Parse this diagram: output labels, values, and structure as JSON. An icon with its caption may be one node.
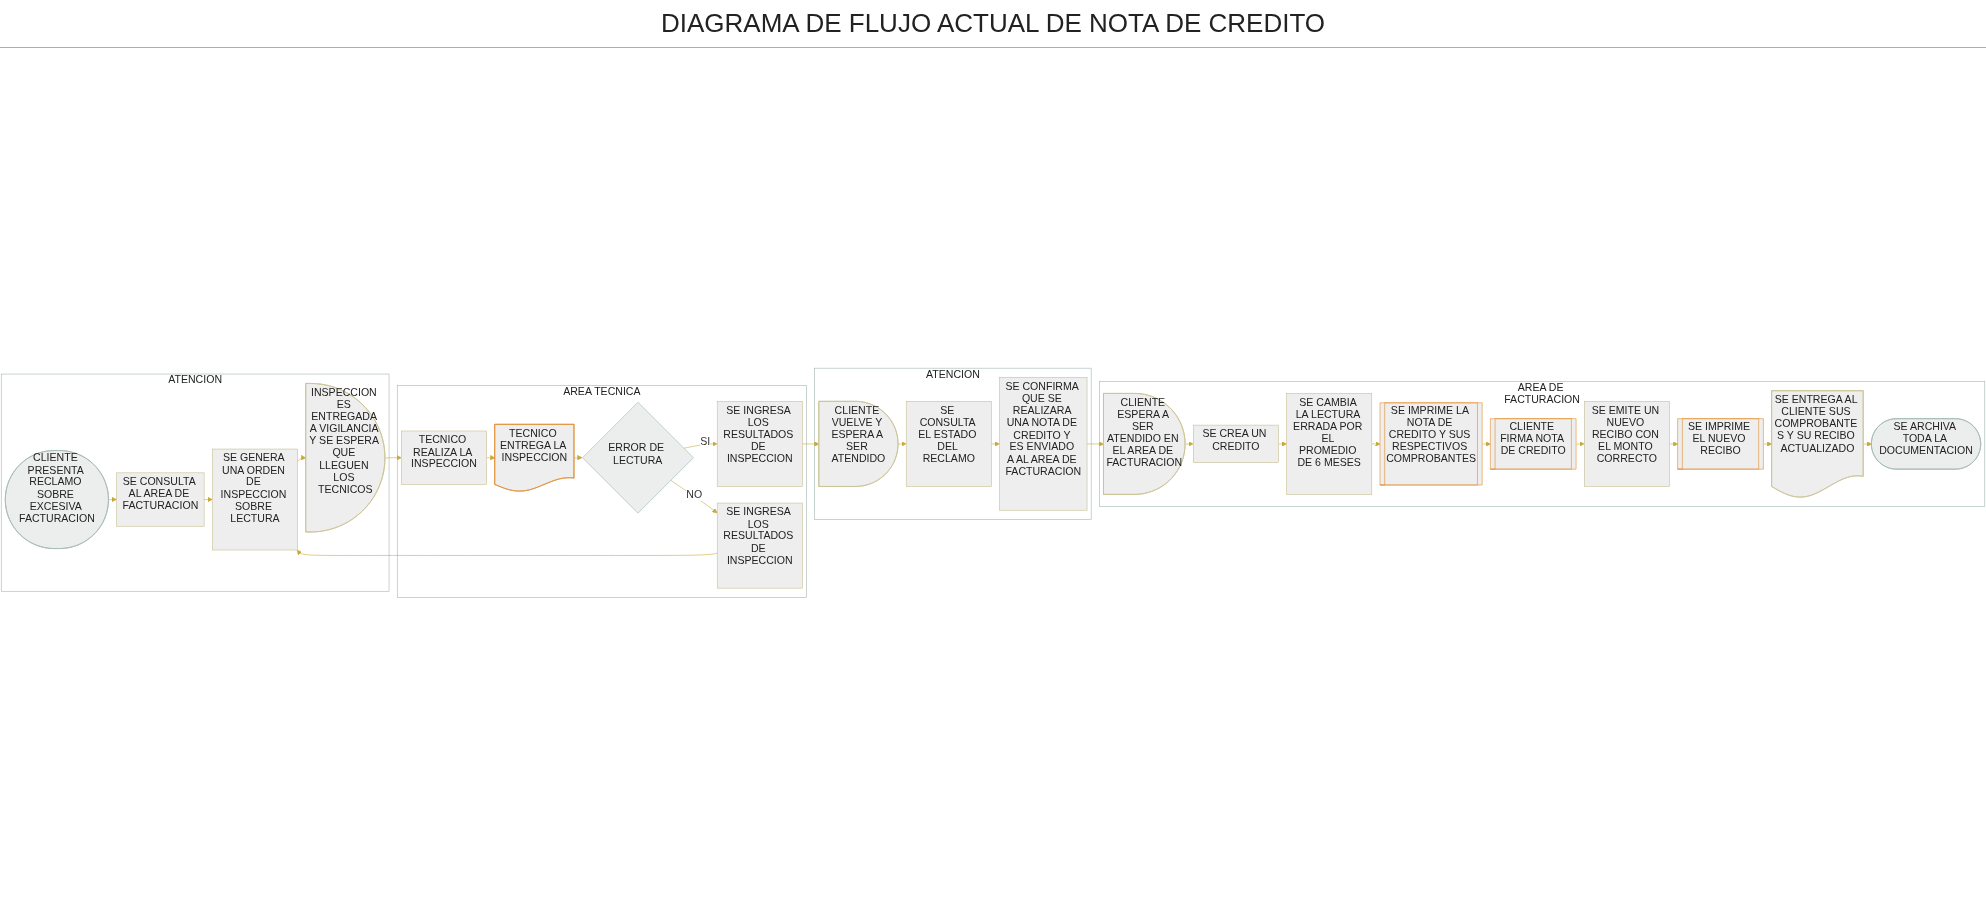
{
  "diagram": {
    "title": "DIAGRAMA DE FLUJO ACTUAL DE NOTA DE CREDITO",
    "nodes": [
      {
        "text": [
          "ATENCION"
        ]
      },
      {
        "text": [
          "AREA TECNICA"
        ]
      },
      {
        "text": [
          "ATENCION"
        ]
      },
      {
        "text": [
          "AREA DE FACTURACION"
        ]
      },
      {
        "text": [
          "CLIENTE PRESENTA RECLAMO SOBRE EXCESIVA FACTURACION"
        ],
        "in": 0
      },
      {
        "text": [
          "SE CONSULTA AL AREA DE FACTURACION"
        ],
        "in": 0
      },
      {
        "text": [
          "SE GENERA UNA ORDEN DE INSPECCION SOBRE LECTURA"
        ],
        "in": 0
      },
      {
        "text": [
          "INSPECCION ES ENTREGADA A VIGILANCIA Y SE ESPERA QUE LLEGUEN LOS TECNICOS"
        ],
        "in": 0
      },
      {
        "text": [
          "TECNICO REALIZA LA INSPECCION"
        ],
        "in": 1
      },
      {
        "text": [
          "SE INGRESA LOS RESULTADOS DE INSPECCION"
        ],
        "in": 1
      },
      {
        "text": [
          "TECNICO ENTREGA LA INSPECCION"
        ],
        "in": 1
      },
      {
        "text": [
          "ERROR DE LECTURA"
        ],
        "in": 1
      },
      {
        "text": [
          "SE INGRESA LOS RESULTADOS DE INSPECCION"
        ],
        "in": 1
      },
      {
        "text": [
          "CLIENTE VUELVE Y ESPERA A SER ATENDIDO"
        ],
        "in": 2
      },
      {
        "text": [
          "SE CONSULTA EL ESTADO DEL RECLAMO"
        ],
        "in": 2
      },
      {
        "text": [
          "SE CONFIRMA QUE SE REALIZARA UNA NOTA DE CREDITO Y ES ENVIADO A AL AREA DE FACTURACION"
        ],
        "in": 2
      },
      {
        "text": [
          "CLIENTE ESPERA A SER ATENDIDO EN EL AREA DE FACTURACION"
        ],
        "in": 3
      },
      {
        "text": [
          "SE CREA UN CREDITO"
        ],
        "in": 3
      },
      {
        "text": [
          "SE CAMBIA LA LECTURA ERRADA POR EL PROMEDIO DE 6 MESES"
        ],
        "in": 3
      },
      {
        "text": [
          "SE IMPRIME LA NOTA DE CREDITO Y SUS RESPECTIVOS COMPROBANTES"
        ],
        "in": 3
      },
      {
        "text": [
          "CLIENTE FIRMA NOTA DE CREDITO"
        ],
        "in": 3
      },
      {
        "text": [
          "SE EMITE UN NUEVO RECIBO CON EL MONTO CORRECTO"
        ],
        "in": 3
      },
      {
        "text": [
          "SE IMPRIME EL NUEVO RECIBO"
        ],
        "in": 3
      },
      {
        "text": [
          "SE ENTREGA AL CLIENTE SUS COMPROBANTE S Y SU RECIBO ACTUALIZADO"
        ],
        "in": 3
      },
      {
        "text": [
          "SE ARCHIVA TODA LA DOCUMENTACION"
        ],
        "in": 3
      }
    ],
    "edges": [
      {
        "from": 4,
        "to": 5,
        "arrow": "to"
      },
      {
        "from": 5,
        "to": 6,
        "arrow": "to"
      },
      {
        "from": 6,
        "to": 7,
        "arrow": "to"
      },
      {
        "from": 7,
        "to": 8,
        "arrow": "to"
      },
      {
        "from": 8,
        "to": 10,
        "arrow": "to"
      },
      {
        "from": 10,
        "to": 11,
        "arrow": "to"
      },
      {
        "from": 11,
        "to": 9,
        "arrow": "to",
        "label": "SI"
      },
      {
        "from": 11,
        "to": 12,
        "arrow": "to",
        "label": "NO"
      },
      {
        "from": 12,
        "to": 6,
        "arrow": "to"
      },
      {
        "from": 9,
        "to": 13,
        "arrow": "to"
      },
      {
        "from": 13,
        "to": 14,
        "arrow": "to"
      },
      {
        "from": 14,
        "to": 15,
        "arrow": "to"
      },
      {
        "from": 15,
        "to": 16,
        "arrow": "to"
      },
      {
        "from": 16,
        "to": 17,
        "arrow": "to"
      },
      {
        "from": 17,
        "to": 18,
        "arrow": "to"
      },
      {
        "from": 18,
        "to": 19,
        "arrow": "to"
      },
      {
        "from": 19,
        "to": 20,
        "arrow": "to"
      },
      {
        "from": 20,
        "to": 21,
        "arrow": "to"
      },
      {
        "from": 21,
        "to": 22,
        "arrow": "to"
      },
      {
        "from": 22,
        "to": 23,
        "arrow": "to"
      },
      {
        "from": 23,
        "to": 24,
        "arrow": "to"
      }
    ]
  }
}
